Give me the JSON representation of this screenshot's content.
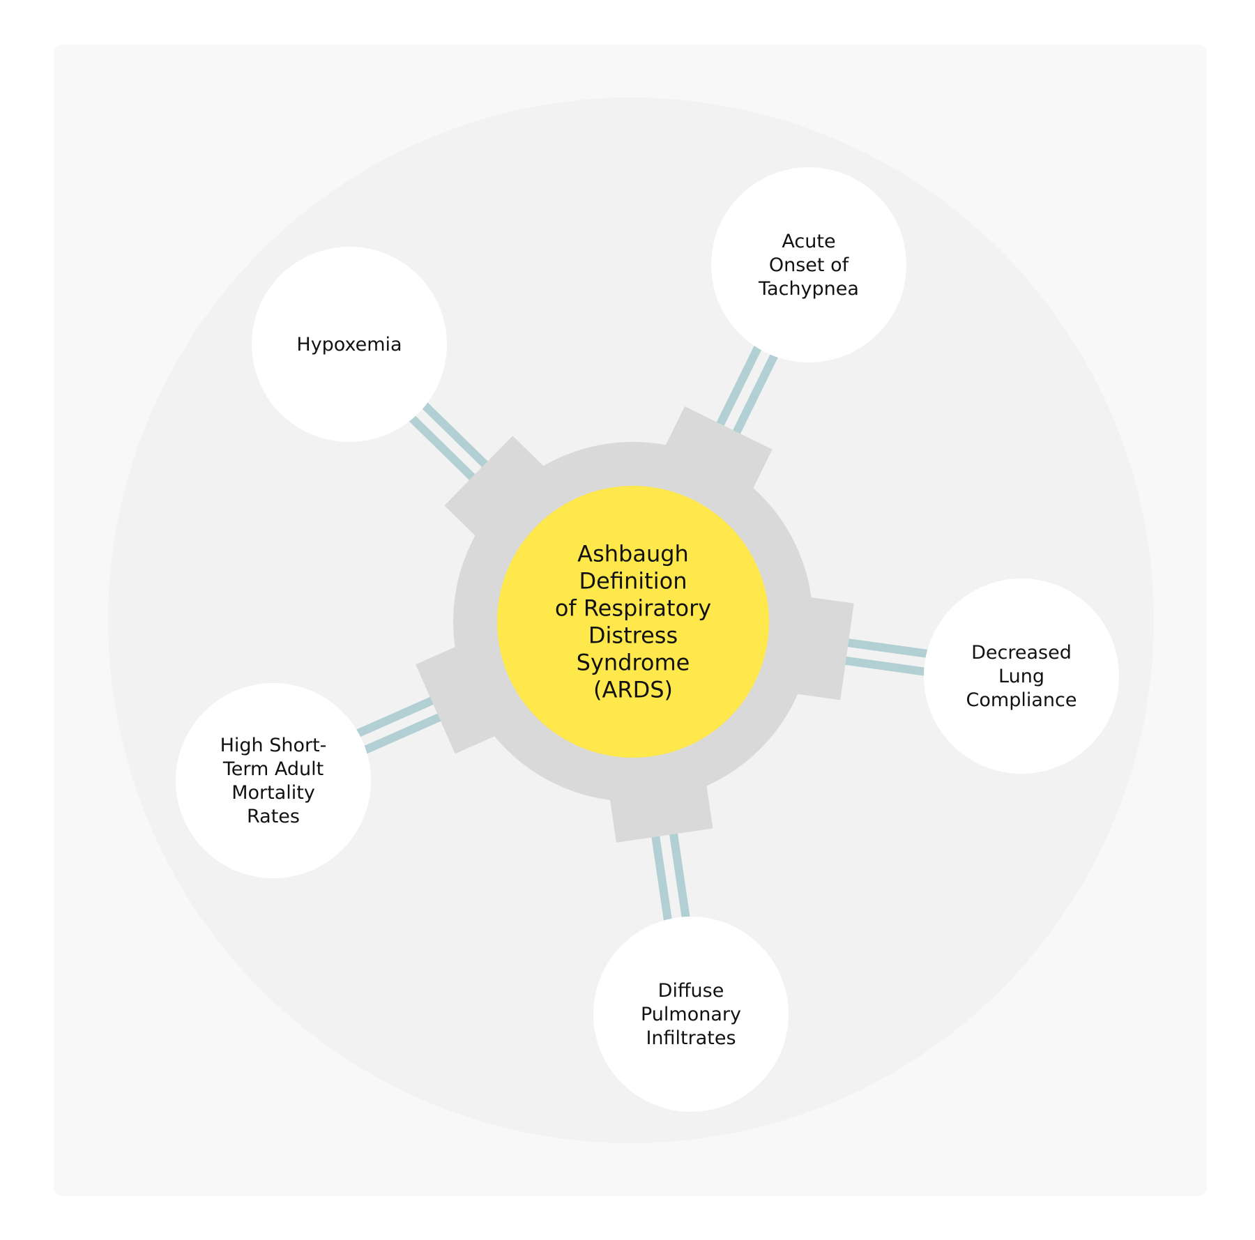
{
  "diagram": {
    "center": {
      "label_lines": [
        "Ashbaugh",
        "Definition",
        "of Respiratory",
        "Distress",
        "Syndrome",
        "(ARDS)"
      ]
    },
    "nodes": [
      {
        "id": "hypoxemia",
        "label_lines": [
          "Hypoxemia"
        ]
      },
      {
        "id": "acute-onset-of-tachypnea",
        "label_lines": [
          "Acute",
          "Onset of",
          "Tachypnea"
        ]
      },
      {
        "id": "decreased-lung-compliance",
        "label_lines": [
          "Decreased",
          "Lung",
          "Compliance"
        ]
      },
      {
        "id": "diffuse-pulmonary-infiltrates",
        "label_lines": [
          "Diffuse",
          "Pulmonary",
          "Infiltrates"
        ]
      },
      {
        "id": "high-short-term-adult-mortality-rates",
        "label_lines": [
          "High Short-",
          "Term Adult",
          "Mortality",
          "Rates"
        ]
      }
    ]
  },
  "colors": {
    "page_background": "#ffffff",
    "panel_background": "#f8f8f8",
    "outer_disc": "#f2f2f2",
    "gear": "#d9d9d9",
    "center_fill": "#fee84b",
    "node_fill": "#ffffff",
    "connector": "#b2d0d4",
    "text": "#111111"
  }
}
